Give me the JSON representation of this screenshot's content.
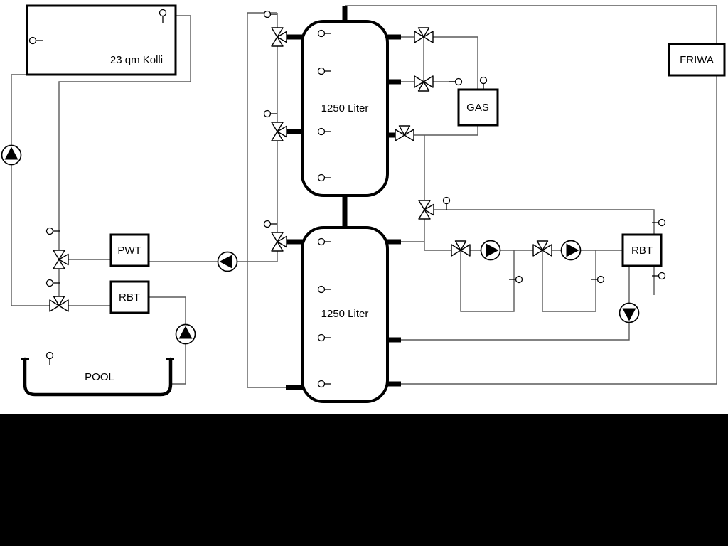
{
  "labels": {
    "collector": "23 qm Kolli",
    "tank_upper": "1250 Liter",
    "tank_lower": "1250 Liter",
    "pwt": "PWT",
    "rbt_left": "RBT",
    "rbt_right": "RBT",
    "gas": "GAS",
    "friwa": "FRIWA",
    "pool": "POOL"
  },
  "colors": {
    "pipe": "#5a5a5a",
    "component": "#000000",
    "background": "#ffffff",
    "letterbox": "#000000"
  },
  "icons": {
    "pump-icon": "circle with solid directional triangle",
    "three-way-valve-icon": "three hollow triangles meeting at a point",
    "temperature-sensor-icon": "small circle with stem"
  }
}
